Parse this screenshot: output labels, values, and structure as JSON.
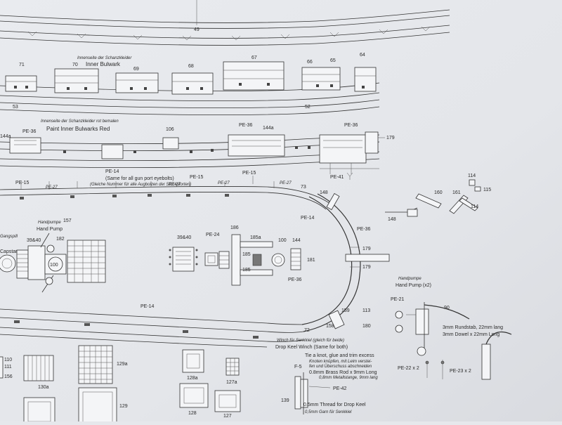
{
  "labels": {
    "p49": "49",
    "inner_bulwark_de": "Innenseite der Schanzkleider",
    "inner_bulwark_en": "Inner Bulwark",
    "p71": "71",
    "p70": "70",
    "p69": "69",
    "p68": "68",
    "p67": "67",
    "p66": "66",
    "p65": "65",
    "p64": "64",
    "p53": "53",
    "p52": "52",
    "paint_de": "Innenseite der Schanzkleider rot bemalen",
    "paint_en": "Paint Inner Bulwarks Red",
    "p144a_left": "144a",
    "pe36_a": "PE-36",
    "p106": "106",
    "pe36_b": "PE-36",
    "p144a_right": "144a",
    "pe36_c": "PE-36",
    "p179_top": "179",
    "pe14_a": "PE-14",
    "same_gunport_en": "(Same for all gun port eyebolts)",
    "same_gunport_de": "(Gleiche Nummer für alle Augbolzen der Stückpforten)",
    "pe15_a": "PE-15",
    "pe15_b": "PE-15",
    "pe15_c": "PE-15",
    "pe27_a": "PE-27",
    "pe27_b": "PE-27",
    "pe27_c": "PE-27",
    "pe27_d": "PE-27",
    "pe41": "PE-41",
    "p73": "73",
    "p148_a": "148",
    "p148_b": "148",
    "p160": "160",
    "p161": "161",
    "p114_a": "114",
    "p114_b": "114",
    "p115": "115",
    "pe14_b": "PE-14",
    "pe36_d": "PE-36",
    "handpump_de": "Handpumpe",
    "handpump_en": "Hand Pump",
    "p157": "157",
    "gangspill": "Gangspill",
    "capstan": "Capstan",
    "p3940_a": "39&40",
    "p182": "182",
    "p100_a": "100",
    "p3940_b": "39&40",
    "pe24": "PE-24",
    "p186": "186",
    "p185a": "185a",
    "p185_a": "185",
    "p185_b": "185",
    "p100_b": "100",
    "p144": "144",
    "p181": "181",
    "pe36_e": "PE-36",
    "p179_a": "179",
    "p179_b": "179",
    "pe14_c": "PE-14",
    "handpump2_de": "Handpumpe",
    "handpump2_en": "Hand Pump (x2)",
    "pe21": "PE-21",
    "p90": "90",
    "p159": "159",
    "p113": "113",
    "p158": "158",
    "p180": "180",
    "p72": "72",
    "rod_de": "3mm Rundstab, 22mm lang",
    "rod_en": "3mm Dowel x 22mm Long",
    "winch_de": "Winch für Senkkiel (gleich für beide)",
    "winch_en": "Drop Keel Winch (Same for both)",
    "tie_en": "Tie a knot, glue and trim excess",
    "tie_de1": "Knoten knüpfen, mit Leim verstei-",
    "tie_de2": "fen und Überschuss abschneiden",
    "brass_en": "0.8mm Brass Rod x 9mm Long",
    "brass_de": "0,8mm Metallstange, 9mm lang",
    "f5": "F-5",
    "pe42": "PE-42",
    "p139": "139",
    "thread_en": "0.5mm Thread for Drop Keel",
    "thread_de": "0,5mm Garn für Senkkiel",
    "pe22": "PE-22 x 2",
    "pe23": "PE-23 x 2",
    "p110": "110",
    "p111": "111",
    "p156": "156",
    "p130a": "130a",
    "p129a": "129a",
    "p128a": "128a",
    "p127a": "127a",
    "p129": "129",
    "p128": "128",
    "p127": "127"
  }
}
